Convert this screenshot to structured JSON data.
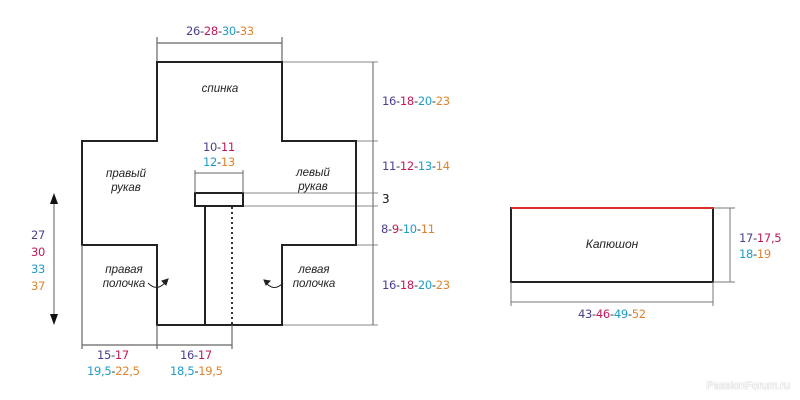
{
  "pattern": {
    "pieces": {
      "back": "спинка",
      "right_sleeve": [
        "правый",
        "рукав"
      ],
      "left_sleeve": [
        "левый",
        "рукав"
      ],
      "right_front": [
        "правая",
        "полочка"
      ],
      "left_front": [
        "левая",
        "полочка"
      ],
      "hood": "Капюшон"
    },
    "size_colors": [
      "#4a3f8f",
      "#c2185b",
      "#1e9bc9",
      "#e0842f"
    ],
    "measurements": {
      "back_width": [
        "26",
        "28",
        "30",
        "33"
      ],
      "back_upper_height": [
        "16",
        "18",
        "20",
        "23"
      ],
      "sleeve_upper": [
        "11",
        "12",
        "13",
        "14"
      ],
      "neck_band": "3",
      "sleeve_lower": [
        "8",
        "9",
        "10",
        "11"
      ],
      "front_height": [
        "16",
        "18",
        "20",
        "23"
      ],
      "neck_width_line1": [
        "10",
        "11"
      ],
      "neck_width_line2": [
        "12",
        "13"
      ],
      "total_length": [
        "27",
        "30",
        "33",
        "37"
      ],
      "sleeve_width_line1": [
        "15",
        "17"
      ],
      "sleeve_width_line2": [
        "19,5",
        "22,5"
      ],
      "front_width_line1": [
        "16",
        "17"
      ],
      "front_width_line2": [
        "18,5",
        "19,5"
      ],
      "hood_height_line1": [
        "17",
        "17,5"
      ],
      "hood_height_line2": [
        "18",
        "19"
      ],
      "hood_width": [
        "43",
        "46",
        "49",
        "52"
      ]
    }
  },
  "watermark": "PassionForum.ru"
}
